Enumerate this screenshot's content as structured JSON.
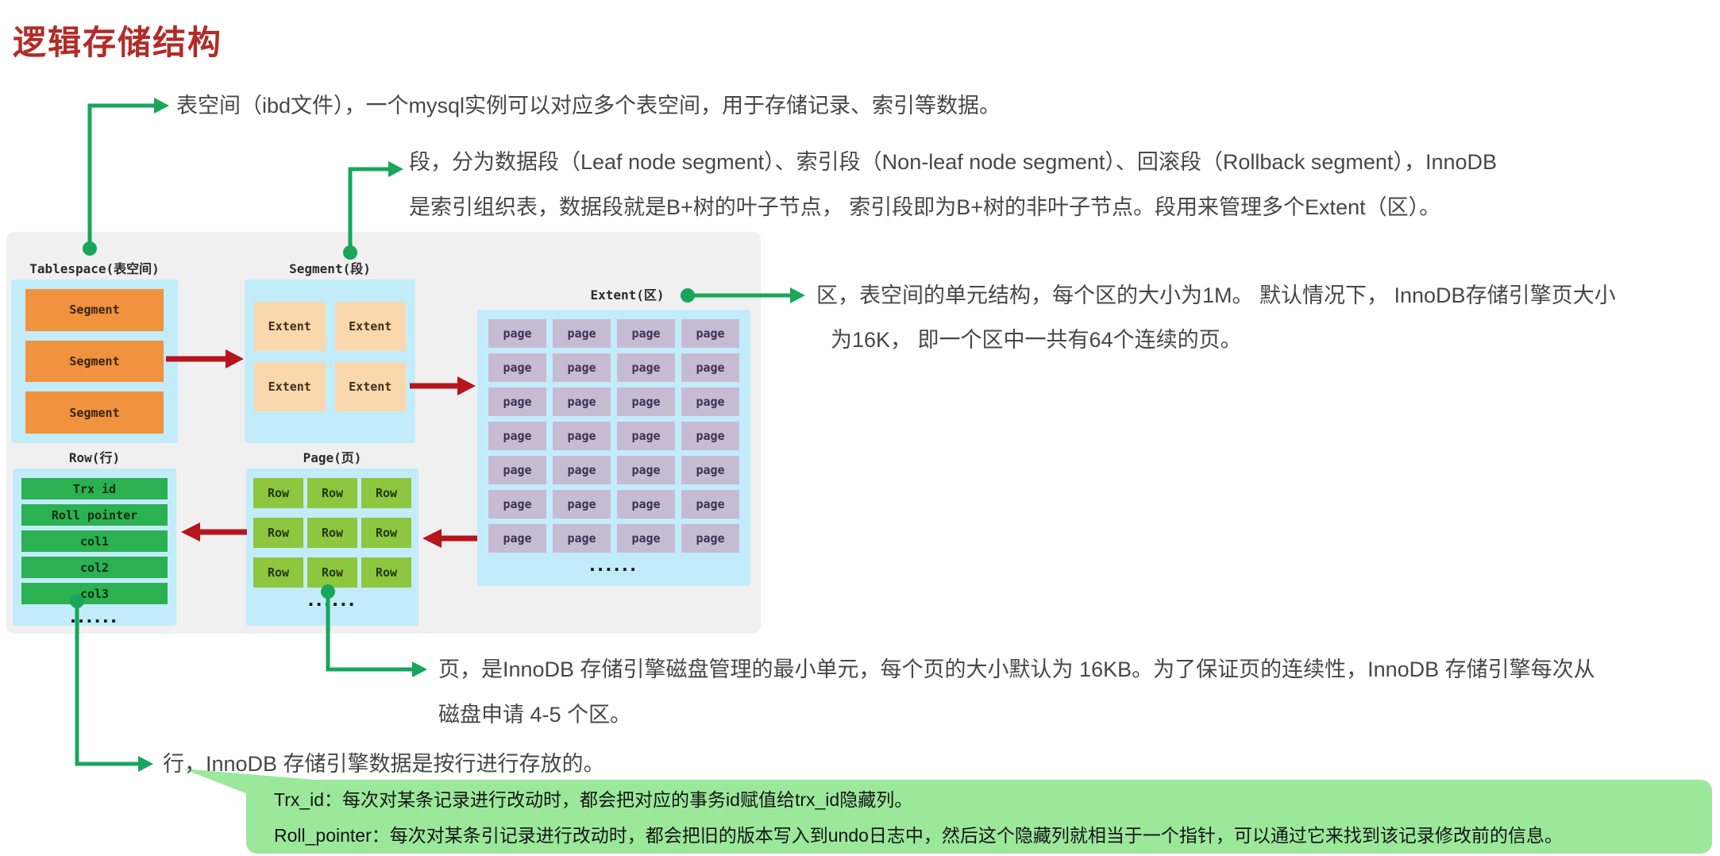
{
  "title": "逻辑存储结构",
  "colors": {
    "title_red": "#b22b27",
    "connector_green": "#18a65b",
    "arrow_red": "#b5151b",
    "panel_gray": "#f0f0f1",
    "container_blue": "#c3ecfb",
    "segment_orange": "#f0923e",
    "extent_peach": "#fad8ae",
    "page_mauve": "#c7bbd4",
    "row_green": "#8dc63f",
    "field_green": "#2cb152",
    "callout_green": "#9be89b"
  },
  "annotations": {
    "tablespace": {
      "text": "表空间（ibd文件），一个mysql实例可以对应多个表空间，用于存储记录、索引等数据。"
    },
    "segment": {
      "line1": "段，分为数据段（Leaf node segment）、索引段（Non-leaf node segment）、回滚段（Rollback segment），InnoDB",
      "line2": "是索引组织表，数据段就是B+树的叶子节点， 索引段即为B+树的非叶子节点。段用来管理多个Extent（区）。"
    },
    "extent": {
      "line1": "区，表空间的单元结构，每个区的大小为1M。 默认情况下， InnoDB存储引擎页大小",
      "line2": "为16K， 即一个区中一共有64个连续的页。"
    },
    "page": {
      "line1": "页，是InnoDB 存储引擎磁盘管理的最小单元，每个页的大小默认为 16KB。为了保证页的连续性，InnoDB 存储引擎每次从",
      "line2": "磁盘申请 4-5 个区。"
    },
    "row": {
      "text": "行，InnoDB 存储引擎数据是按行进行存放的。"
    }
  },
  "diagram": {
    "tablespace": {
      "label": "Tablespace(表空间)",
      "segments": [
        "Segment",
        "Segment",
        "Segment"
      ]
    },
    "segment": {
      "label": "Segment(段)",
      "extents": [
        "Extent",
        "Extent",
        "Extent",
        "Extent"
      ]
    },
    "extent": {
      "label": "Extent(区)",
      "cell_label": "page",
      "rows": 7,
      "cols": 4,
      "ellipsis": "......"
    },
    "page": {
      "label": "Page(页)",
      "cell_label": "Row",
      "rows": 3,
      "cols": 3,
      "ellipsis": "......"
    },
    "row": {
      "label": "Row(行)",
      "fields": [
        "Trx id",
        "Roll pointer",
        "col1",
        "col2",
        "col3"
      ],
      "ellipsis": "......"
    }
  },
  "callout": {
    "line1": "Trx_id：每次对某条记录进行改动时，都会把对应的事务id赋值给trx_id隐藏列。",
    "line2": "Roll_pointer：每次对某条引记录进行改动时，都会把旧的版本写入到undo日志中，然后这个隐藏列就相当于一个指针，可以通过它来找到该记录修改前的信息。"
  }
}
